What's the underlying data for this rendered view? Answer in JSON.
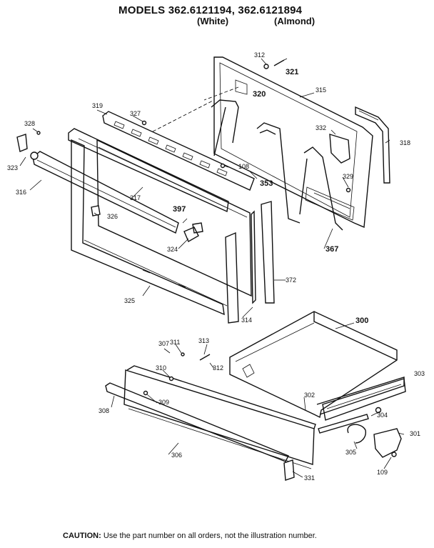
{
  "header": {
    "title": "MODELS 362.6121194, 362.6121894",
    "color_white": "(White)",
    "color_almond": "(Almond)"
  },
  "caution": {
    "prefix": "CAUTION:",
    "text": "Use the part number on all orders, not the illustration number."
  },
  "parts": {
    "p300": "300",
    "p301": "301",
    "p302": "302",
    "p303": "303",
    "p304": "304",
    "p305": "305",
    "p306": "306",
    "p307": "307",
    "p308": "308",
    "p309": "309",
    "p310": "310",
    "p311": "311",
    "p312a": "312",
    "p312b": "312",
    "p313": "313",
    "p314": "314",
    "p315": "315",
    "p316": "316",
    "p317": "317",
    "p318": "318",
    "p319": "319",
    "p320": "320",
    "p321": "321",
    "p323": "323",
    "p324": "324",
    "p325": "325",
    "p326": "326",
    "p327": "327",
    "p328": "328",
    "p329": "329",
    "p331": "331",
    "p332": "332",
    "p353": "353",
    "p367": "367",
    "p372": "372",
    "p397": "397",
    "p108": "108",
    "p109": "109"
  }
}
